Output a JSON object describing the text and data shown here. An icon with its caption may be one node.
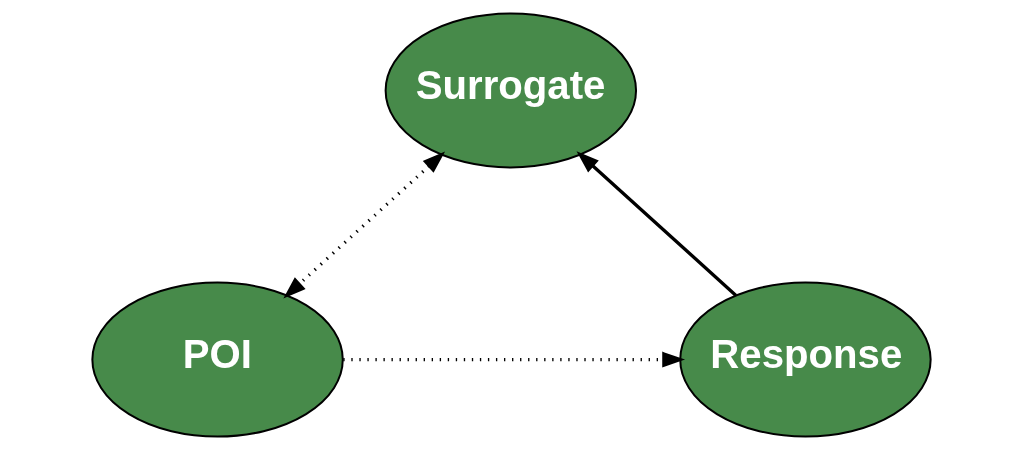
{
  "diagram": {
    "nodes": [
      {
        "text": [
          "Surrogate"
        ]
      },
      {
        "text": [
          "POI"
        ]
      },
      {
        "text": [
          "Response"
        ]
      }
    ],
    "edges": [
      {
        "from": 1,
        "to": 0,
        "arrow": "both",
        "style": "dashed"
      },
      {
        "from": 1,
        "to": 2,
        "arrow": "to",
        "style": "dashed"
      },
      {
        "from": 2,
        "to": 0,
        "arrow": "to"
      }
    ]
  }
}
